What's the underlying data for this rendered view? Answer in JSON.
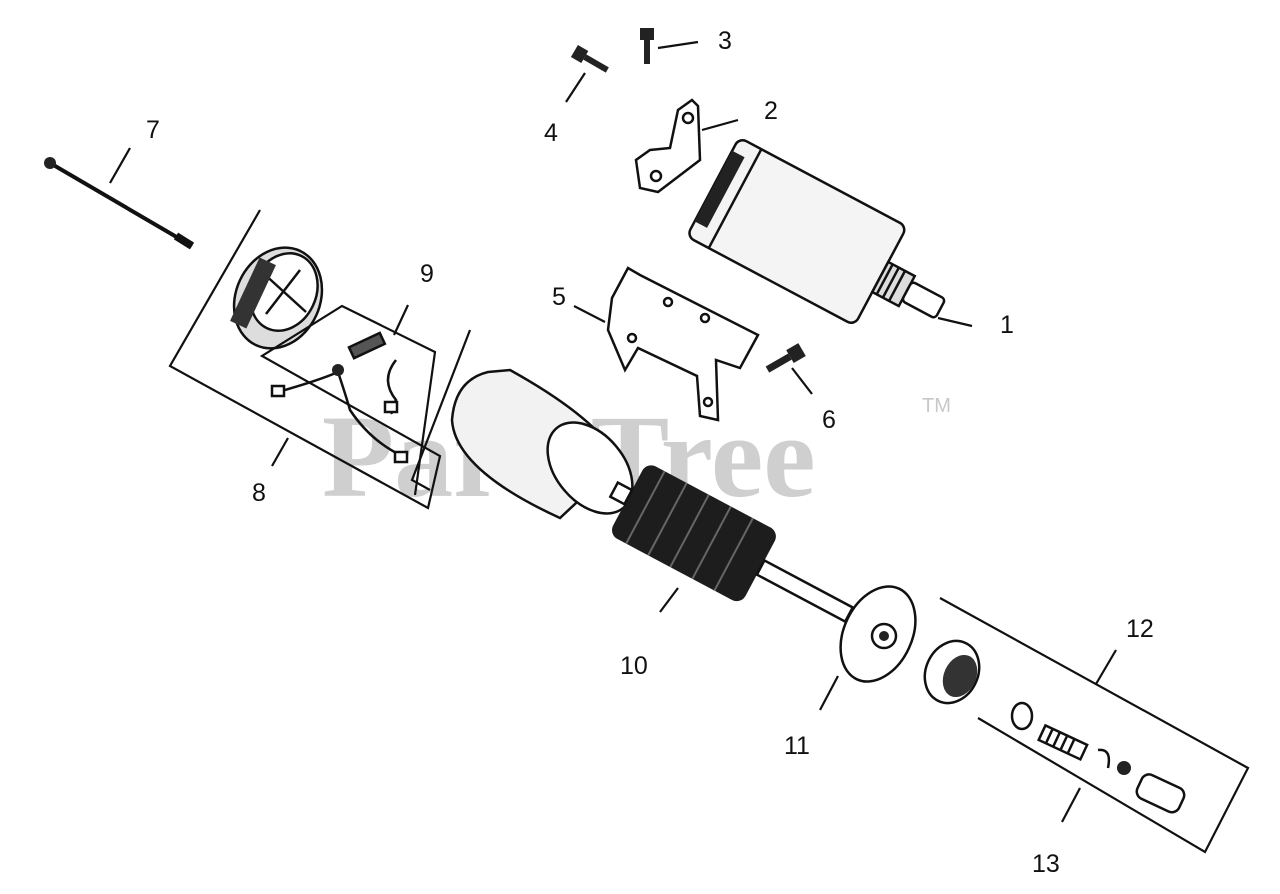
{
  "watermark": {
    "text": "PartsTree",
    "trademark": "TM"
  },
  "callouts": {
    "c1": "1",
    "c2": "2",
    "c3": "3",
    "c4": "4",
    "c5": "5",
    "c6": "6",
    "c7": "7",
    "c8": "8",
    "c9": "9",
    "c10": "10",
    "c11": "11",
    "c12": "12",
    "c13": "13"
  },
  "colors": {
    "ink": "#111111",
    "watermark": "#cfcfcf",
    "paper": "#ffffff"
  }
}
